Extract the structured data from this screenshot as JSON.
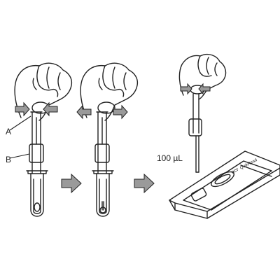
{
  "labels": {
    "a": "A",
    "b": "B",
    "volume": "100 µL"
  },
  "cassette_text": {
    "brand": "QuikRead",
    "mark": "RCT"
  },
  "colors": {
    "ink": "#222222",
    "arrow_fill": "#9a9a9a",
    "background": "#ffffff"
  },
  "icons": [
    "squeeze-arrow-icon",
    "step-arrow-icon"
  ]
}
